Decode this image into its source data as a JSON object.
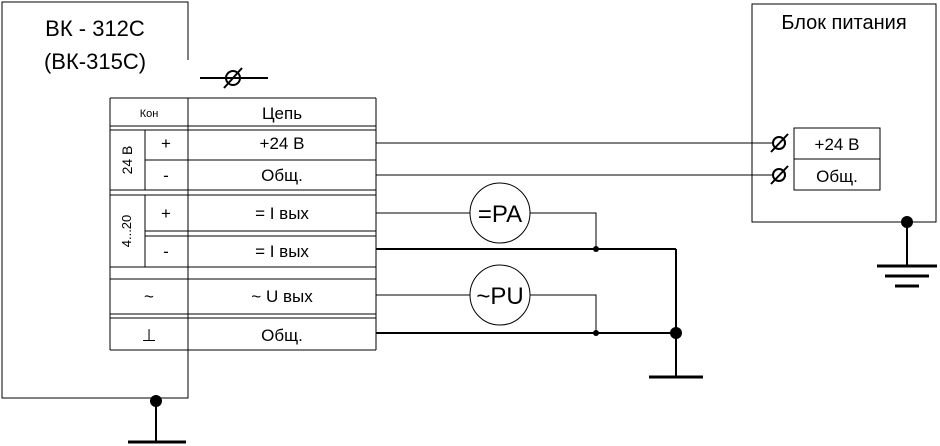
{
  "device": {
    "model": "ВК - 312С",
    "alt_model": "(ВК-315С)"
  },
  "power_supply": {
    "title": "Блок питания",
    "terminals": [
      "+24 В",
      "Общ."
    ]
  },
  "table": {
    "header_contact": "Кон",
    "header_circuit": "Цепь",
    "group_24v": "24 В",
    "group_4_20": "4...20",
    "rows": [
      {
        "contact": "+",
        "circuit": "+24 В"
      },
      {
        "contact": "-",
        "circuit": "Общ."
      },
      {
        "contact": "+",
        "circuit": "= I вых"
      },
      {
        "contact": "-",
        "circuit": "= I вых"
      },
      {
        "contact": "~",
        "circuit": "~ U вых"
      },
      {
        "contact": "⊥",
        "circuit": "Общ."
      }
    ]
  },
  "meters": [
    {
      "label": "=PA"
    },
    {
      "label": "~PU"
    }
  ]
}
